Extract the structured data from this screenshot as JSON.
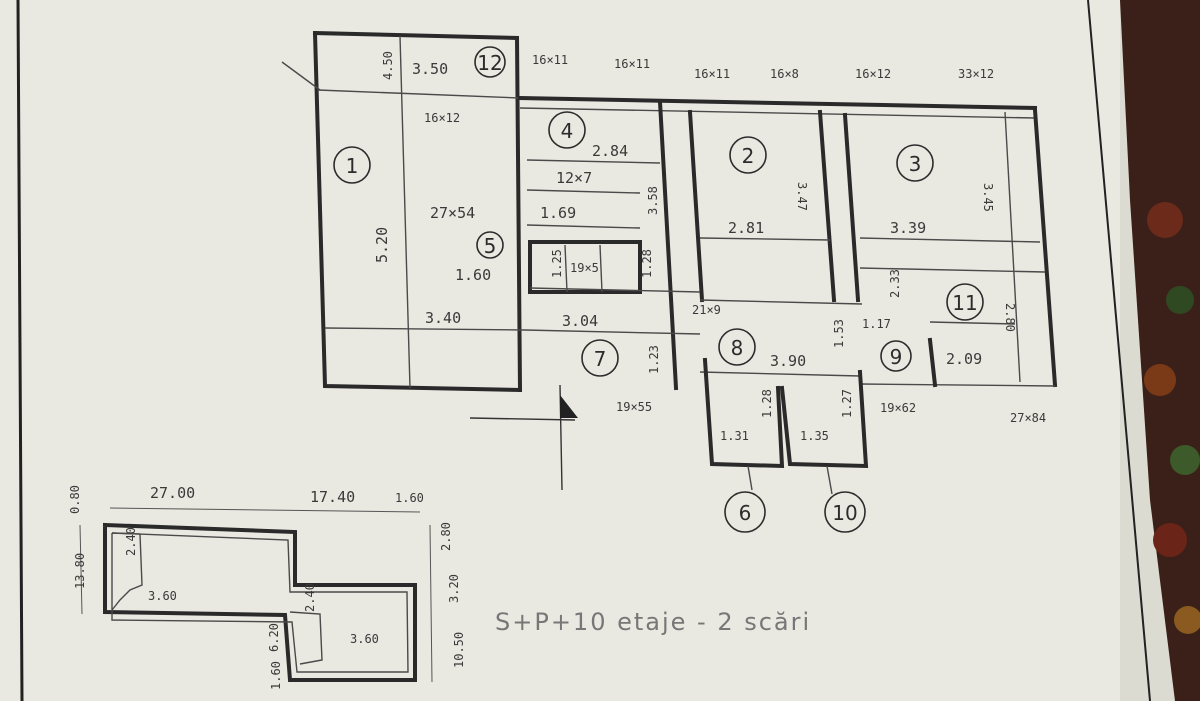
{
  "rooms": [
    "1",
    "2",
    "3",
    "4",
    "5",
    "6",
    "7",
    "8",
    "9",
    "10",
    "11",
    "12"
  ],
  "dims": {
    "d_450": "4.50",
    "d_350": "3.50",
    "d_16x11_a": "16×11",
    "d_16x11_b": "16×11",
    "d_16x11_c": "16×11",
    "d_16x12_a": "16×12",
    "d_16x12_b": "16×12",
    "d_16x8": "16×8",
    "d_33x12": "33×12",
    "d_284": "2.84",
    "d_12x7": "12×7",
    "d_27x54": "27×54",
    "d_169": "1.69",
    "d_358": "3.58",
    "d_160": "1.60",
    "d_19x5": "19×5",
    "d_125": "1.25",
    "d_128": "1.28",
    "d_520": "5.20",
    "d_340": "3.40",
    "d_304": "3.04",
    "d_281": "2.81",
    "d_347": "3.47",
    "d_339": "3.39",
    "d_345": "3.45",
    "d_21x9": "21×9",
    "d_153": "1.53",
    "d_390": "3.90",
    "d_117": "1.17",
    "d_233": "2.33",
    "d_280": "2.80",
    "d_209": "2.09",
    "d_123": "1.23",
    "d_19x55": "19×55",
    "d_19x62": "19×62",
    "d_27x84": "27×84",
    "d_131": "1.31",
    "d_135": "1.35",
    "d_128b": "1.28",
    "d_127": "1.27"
  },
  "site": {
    "w1": "27.00",
    "w2": "17.40",
    "w3": "1.60",
    "h1": "13.80",
    "h2": "0.80",
    "h3": "10.50",
    "h4": "3.20",
    "h5": "2.80",
    "h6": "1.60",
    "h7": "6.20",
    "s1": "3.60",
    "s2": "3.60",
    "s3": "2.40",
    "s4": "2.40"
  },
  "note": "S+P+10 etaje - 2 scări"
}
